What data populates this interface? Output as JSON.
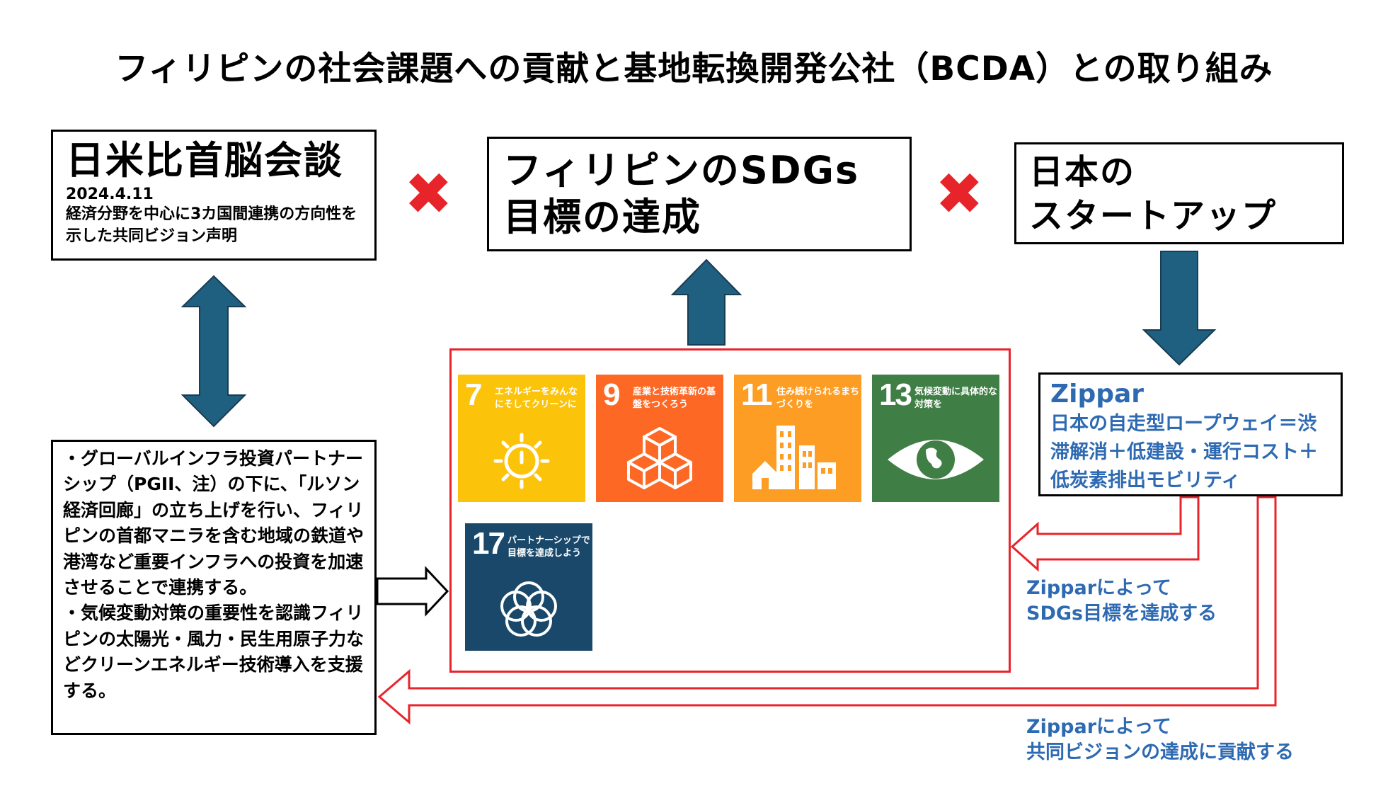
{
  "title": "フィリピンの社会課題への貢献と基地転換開発公社（BCDA）との取り組み",
  "operator_symbol": "✖",
  "summit": {
    "heading": "日米比首脳会談",
    "date": "2024.4.11",
    "description": "経済分野を中心に3カ国間連携の方向性を示した共同ビジョン声明"
  },
  "sdgs_goal": {
    "line1": "フィリピンのSDGs",
    "line2": "目標の達成"
  },
  "startup": {
    "line1": "日本の",
    "line2": "スタートアップ"
  },
  "infra": {
    "paragraph1": "・グローバルインフラ投資パートナーシップ（PGII、注）の下に、「ルソン経済回廊」の立ち上げを行い、フィリピンの首都マニラを含む地域の鉄道や港湾など重要インフラへの投資を加速させることで連携する。",
    "paragraph2": "・気候変動対策の重要性を認識フィリピンの太陽光・風力・民生用原子力などクリーンエネルギー技術導入を支援する。"
  },
  "zippar": {
    "name": "Zippar",
    "description": "日本の自走型ロープウェイ＝渋滞解消＋低建設・運行コスト＋低炭素排出モビリティ"
  },
  "sdg_tiles": [
    {
      "number": "7",
      "label": "エネルギーをみんなにそしてクリーンに",
      "color": "#fcc30b",
      "icon": "sun-power-icon"
    },
    {
      "number": "9",
      "label": "産業と技術革新の基盤をつくろう",
      "color": "#fd6925",
      "icon": "cubes-icon"
    },
    {
      "number": "11",
      "label": "住み続けられるまちづくりを",
      "color": "#fd9d24",
      "icon": "city-icon"
    },
    {
      "number": "13",
      "label": "気候変動に具体的な対策を",
      "color": "#3f7e44",
      "icon": "eye-earth-icon"
    },
    {
      "number": "17",
      "label": "パートナーシップで目標を達成しよう",
      "color": "#19486a",
      "icon": "rings-icon"
    }
  ],
  "notes": {
    "note1_line1": "Zipparによって",
    "note1_line2": "SDGs目標を達成する",
    "note2_line1": "Zipparによって",
    "note2_line2": "共同ビジョンの達成に貢献する"
  },
  "colors": {
    "arrow_blue": "#1f5f80",
    "frame_red": "#e8242b",
    "text_blue": "#2e6ab2"
  }
}
